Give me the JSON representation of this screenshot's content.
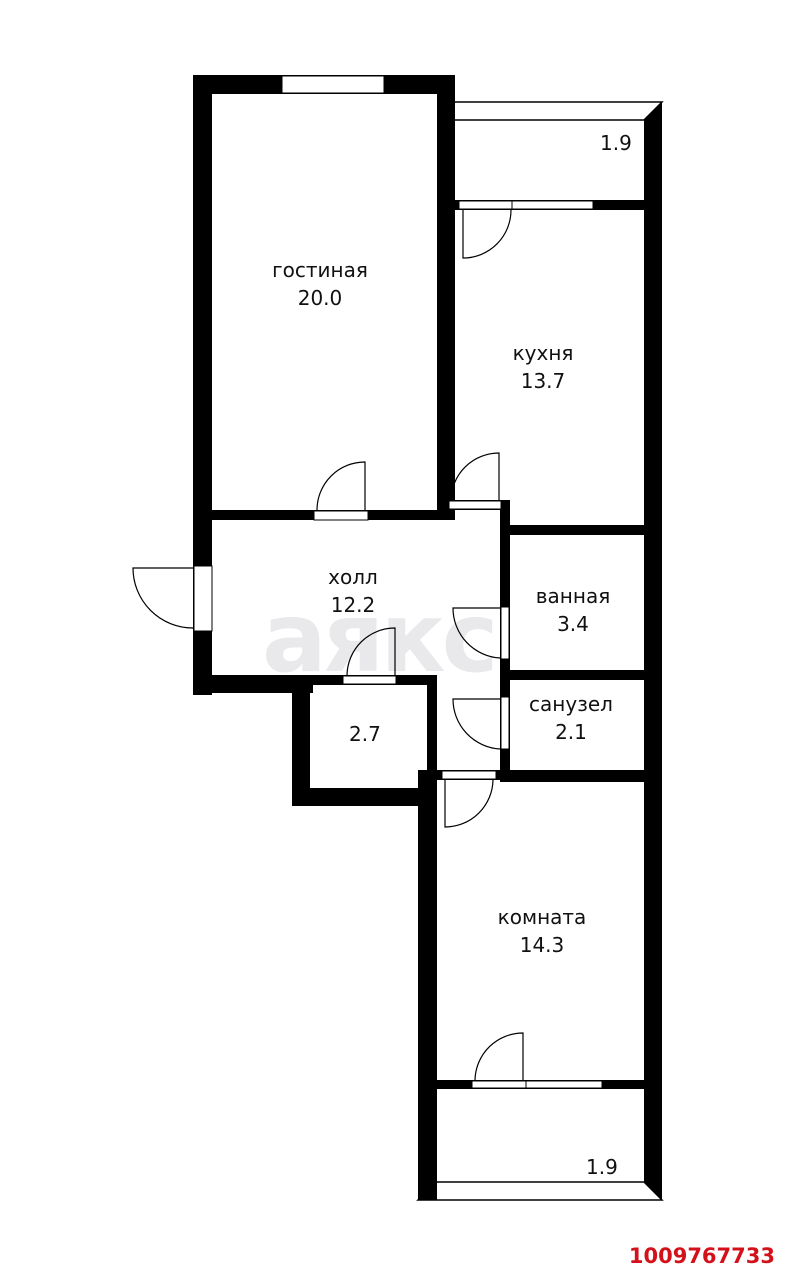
{
  "plan": {
    "watermark": "аякс",
    "listing_id": "1009767733",
    "rooms": [
      {
        "id": "living",
        "name": "гостиная",
        "area": "20.0"
      },
      {
        "id": "balcony_top",
        "name": "",
        "area": "1.9"
      },
      {
        "id": "kitchen",
        "name": "кухня",
        "area": "13.7"
      },
      {
        "id": "hall",
        "name": "холл",
        "area": "12.2"
      },
      {
        "id": "bathroom",
        "name": "ванная",
        "area": "3.4"
      },
      {
        "id": "storage",
        "name": "",
        "area": "2.7"
      },
      {
        "id": "toilet",
        "name": "санузел",
        "area": "2.1"
      },
      {
        "id": "room",
        "name": "комната",
        "area": "14.3"
      },
      {
        "id": "balcony_bottom",
        "name": "",
        "area": "1.9"
      }
    ]
  },
  "colors": {
    "wall": "#000000",
    "accent": "#d4111a",
    "watermark": "#e9e9ec"
  }
}
